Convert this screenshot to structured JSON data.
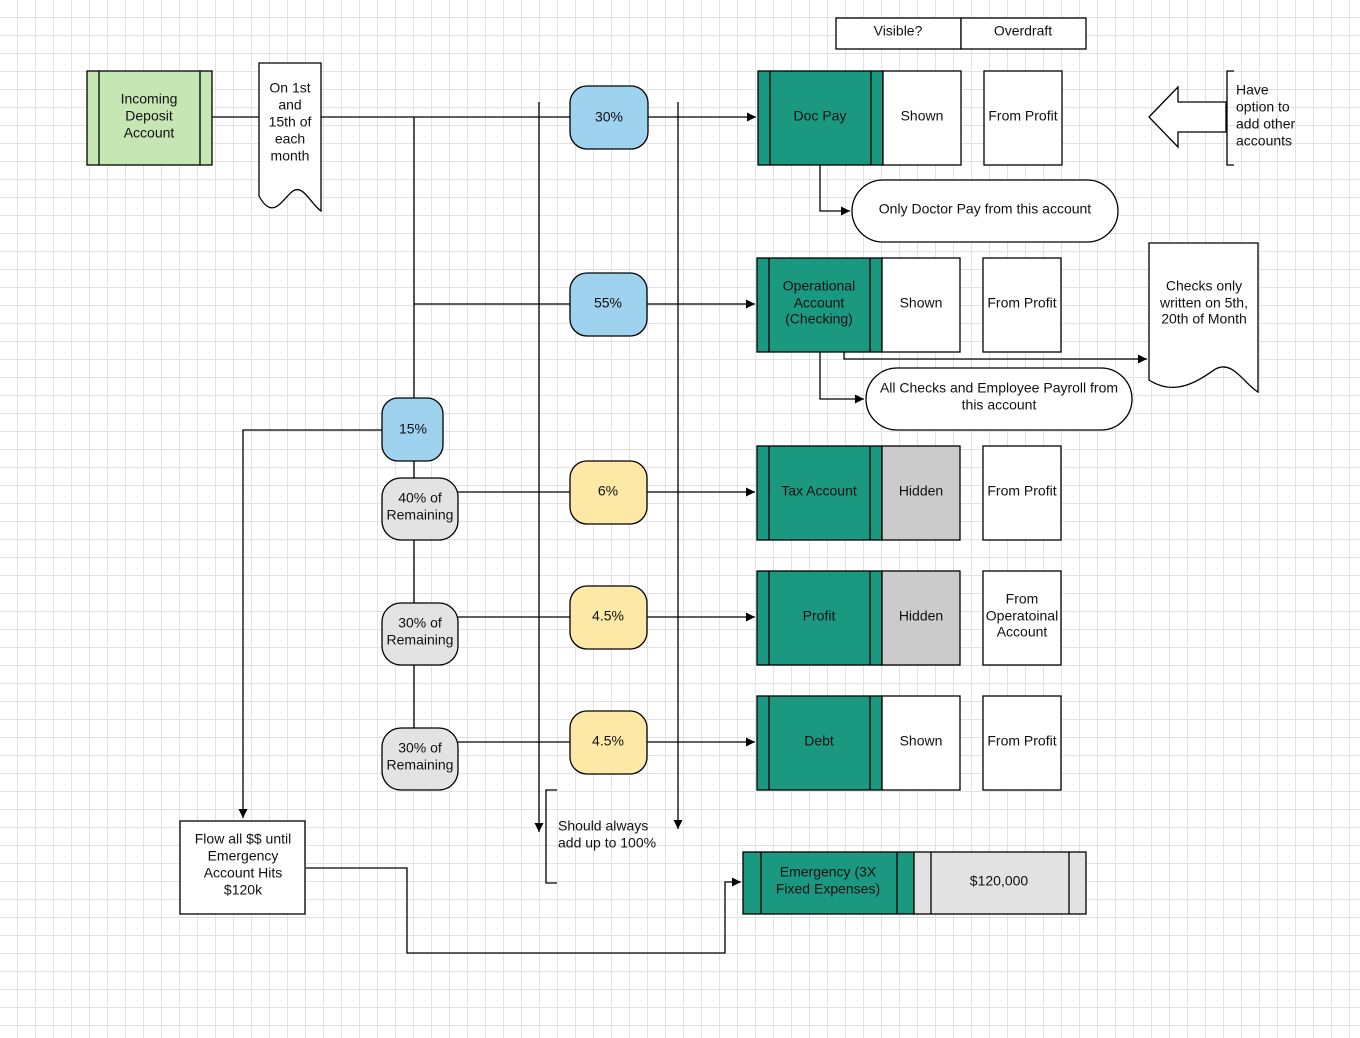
{
  "colors": {
    "account_teal": "#1a9880",
    "incoming_green": "#c6e6b4",
    "pill_blue": "#9ed2ef",
    "pill_yellow": "#fde9a5",
    "pill_gray": "#e3e3e3",
    "hidden_gray": "#cbcbcb",
    "emergency_gray": "#e2e2e2"
  },
  "header": {
    "visible_label": "Visible?",
    "overdraft_label": "Overdraft"
  },
  "incoming": {
    "label": [
      "Incoming",
      "Deposit",
      "Account"
    ]
  },
  "schedule_note": {
    "label": [
      "On 1st",
      "and",
      "15th of",
      "each",
      "month"
    ]
  },
  "accounts": [
    {
      "id": "doc-pay",
      "name": [
        "Doc Pay"
      ],
      "percent": "30%",
      "visibility": "Shown",
      "overdraft": [
        "From Profit"
      ],
      "note": [
        "Only Doctor Pay from this account"
      ]
    },
    {
      "id": "operational",
      "name": [
        "Operational",
        "Account",
        "(Checking)"
      ],
      "percent": "55%",
      "visibility": "Shown",
      "overdraft": [
        "From Profit"
      ],
      "note": [
        "All Checks and Employee Payroll from",
        "this account"
      ]
    },
    {
      "id": "tax",
      "name": [
        "Tax Account"
      ],
      "percent": "6%",
      "remaining": [
        "40% of",
        "Remaining"
      ],
      "visibility": "Hidden",
      "overdraft": [
        "From Profit"
      ]
    },
    {
      "id": "profit",
      "name": [
        "Profit"
      ],
      "percent": "4.5%",
      "remaining": [
        "30% of",
        "Remaining"
      ],
      "visibility": "Hidden",
      "overdraft": [
        "From",
        "Operatoinal",
        "Account"
      ]
    },
    {
      "id": "debt",
      "name": [
        "Debt"
      ],
      "percent": "4.5%",
      "remaining": [
        "30% of",
        "Remaining"
      ],
      "visibility": "Shown",
      "overdraft": [
        "From Profit"
      ]
    }
  ],
  "emergency_split": {
    "percent": "15%"
  },
  "checks_note": {
    "label": [
      "Checks only",
      "written on 5th,",
      "20th of Month"
    ]
  },
  "other_accounts_note": {
    "label": [
      "Have",
      "option to",
      "add other",
      "accounts"
    ]
  },
  "sum_note": {
    "label": [
      "Should always",
      "add up to 100%"
    ]
  },
  "flow_note": {
    "label": [
      "Flow all $$ until",
      "Emergency",
      "Account Hits",
      "$120k"
    ]
  },
  "emergency": {
    "name": [
      "Emergency (3X",
      "Fixed Expenses)"
    ],
    "value": "$120,000"
  }
}
